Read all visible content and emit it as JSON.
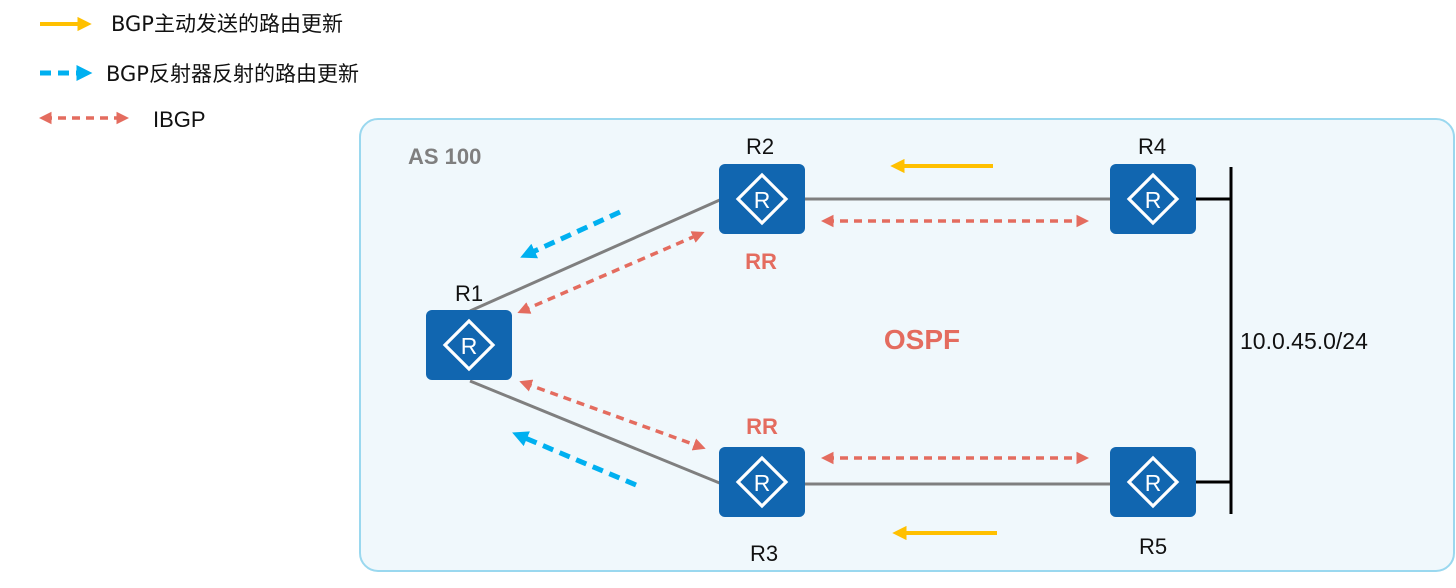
{
  "legend": {
    "active_update": "BGP主动发送的路由更新",
    "reflected_update": "BGP反射器反射的路由更新",
    "ibgp": "IBGP"
  },
  "as_label": "AS 100",
  "routers": {
    "r1": "R1",
    "r2": "R2",
    "r3": "R3",
    "r4": "R4",
    "r5": "R5"
  },
  "rr_tags": {
    "r2": "RR",
    "r3": "RR"
  },
  "router_icon_letter": "R",
  "protocol_label": "OSPF",
  "subnet_label": "10.0.45.0/24",
  "colors": {
    "active_update": "#ffc000",
    "reflected_update": "#00b0f0",
    "ibgp": "#e46c5f",
    "router_fill": "#1166b0",
    "as_background": "#f0f8fc",
    "as_border": "#9ad8ef",
    "link": "#7f7f7f"
  },
  "icons": {
    "router": "router-icon",
    "arrow_solid": "solid-arrow-icon",
    "arrow_dashed": "dashed-arrow-icon"
  }
}
